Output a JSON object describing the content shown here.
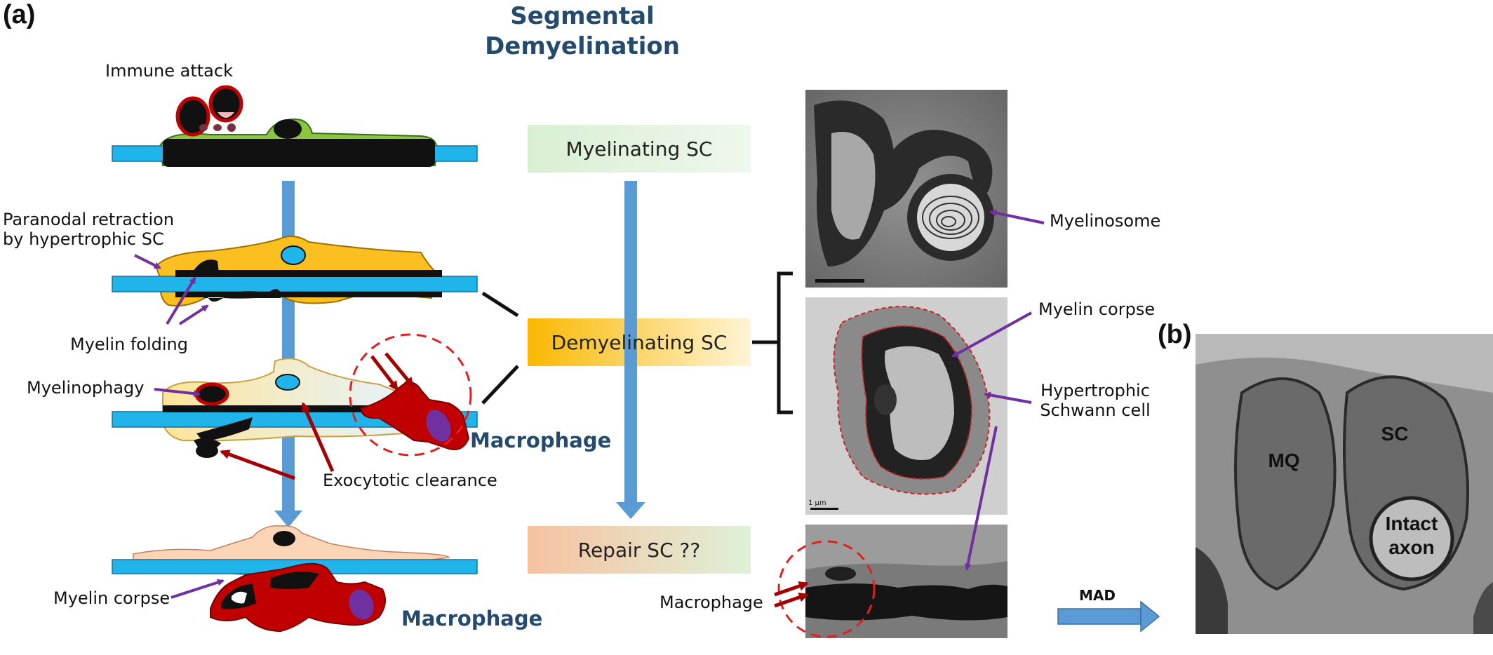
{
  "panel_a_letter": "(a)",
  "panel_b_letter": "(b)",
  "title": "Segmental Demyelination",
  "left_labels": {
    "immune_attack": "Immune attack",
    "paranodal_retraction": "Paranodal retraction by hypertrophic SC",
    "myelin_folding": "Myelin folding",
    "myelinophagy": "Myelinophagy",
    "exocytotic_clearance": "Exocytotic clearance",
    "macrophage_1": "Macrophage",
    "myelin_corpse": "Myelin corpse",
    "macrophage_2": "Macrophage"
  },
  "stages": {
    "myelinating": "Myelinating SC",
    "demyelinating": "Demyelinating SC",
    "repair": "Repair SC ??"
  },
  "em_labels": {
    "myelinosome": "Myelinosome",
    "myelin_corpse": "Myelin corpse",
    "hypertrophic_sc": "Hypertrophic Schwann cell",
    "macrophage": "Macrophage",
    "scale_bar": "1 μm",
    "mad": "MAD"
  },
  "panel_b_labels": {
    "mq": "MQ",
    "sc": "SC",
    "intact_axon": "Intact axon"
  },
  "colors": {
    "axon": "#1fb4ea",
    "myelin": "#111111",
    "green_sc": "#8cc63f",
    "orange_sc": "#fbbf20",
    "macrophage": "#c00000",
    "purple_arrow": "#7030a0",
    "red_arrow": "#a50000",
    "blue_arrow": "#5b9bd5",
    "title_blue": "#244a6e"
  }
}
